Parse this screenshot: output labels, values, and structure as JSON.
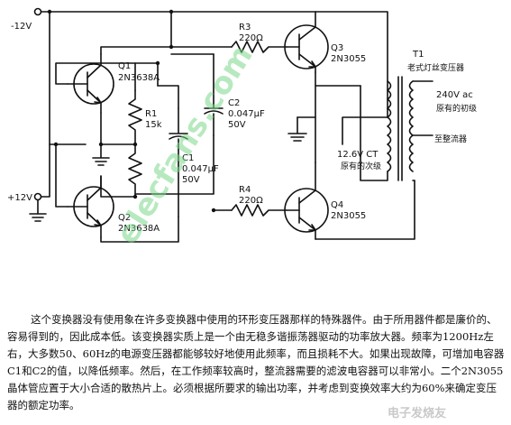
{
  "labels": {
    "neg_supply": "-12V",
    "pos_supply": "+12V",
    "q1_ref": "Q1",
    "q1_part": "2N3638A",
    "q2_ref": "Q2",
    "q2_part": "2N3638A",
    "q3_ref": "Q3",
    "q3_part": "2N3055",
    "q4_ref": "Q4",
    "q4_part": "2N3055",
    "r1_ref": "R1",
    "r1_value": "15k",
    "r3_ref": "R3",
    "r3_value": "220Ω",
    "r4_ref": "R4",
    "r4_value": "220Ω",
    "c1_ref": "C1",
    "c1_value": "0.047μF",
    "c1_voltage": "50V",
    "c2_ref": "C2",
    "c2_value": "0.047μF",
    "c2_voltage": "50V",
    "t1_ref": "T1",
    "t1_desc": "老式灯丝变压器",
    "out_voltage": "240V ac",
    "out_desc": "原有的初级",
    "out_dest": "至整流器",
    "ct_voltage": "12.6V CT",
    "ct_desc": "原有的次级"
  },
  "watermark": "elecfans.com",
  "caption": "这个变换器没有使用象在许多变换器中使用的环形变压器那样的特殊器件。由于所用器件都是廉价的、容易得到的，因此成本低。该变换器实质上是一个由无稳多谐振荡器驱动的功率放大器。频率为1200Hz左右，大多数50、60Hz的电源变压器都能够较好地使用此频率，而且损耗不大。如果出现故障，可增加电容器C1和C2的值，以降低频率。然后，在工作频率较高时，整流器需要的滤波电容器可以非常小。二个2N3055晶体管应置于大小合适的散热片上。必须根据所要求的输出功率，并考虑到变换效率大约为60%来确定变压器的额定功率。",
  "footer_mark": "电子发烧友"
}
